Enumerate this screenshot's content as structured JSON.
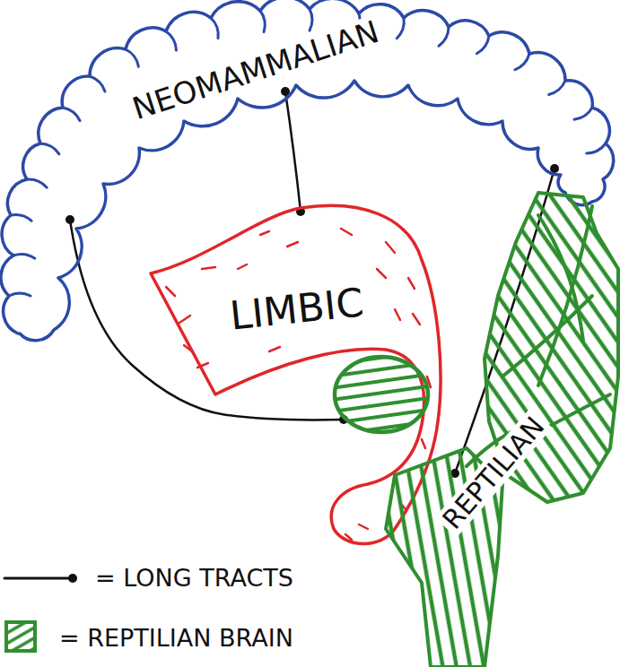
{
  "diagram": {
    "nodes": [
      {
        "text": [
          "NEOMAMMALIAN"
        ]
      },
      {
        "text": [
          "LIMBIC"
        ]
      },
      {
        "text": [
          "REPTILIAN"
        ]
      }
    ],
    "edges": [
      {
        "from": 0,
        "to": 1,
        "arrow": "none"
      },
      {
        "from": 0,
        "to": 2,
        "arrow": "none"
      },
      {
        "from": 0,
        "to": 2,
        "arrow": "none"
      }
    ],
    "legend": [
      {
        "text": "= LONG TRACTS"
      },
      {
        "text": "= REPTILIAN BRAIN"
      }
    ]
  }
}
